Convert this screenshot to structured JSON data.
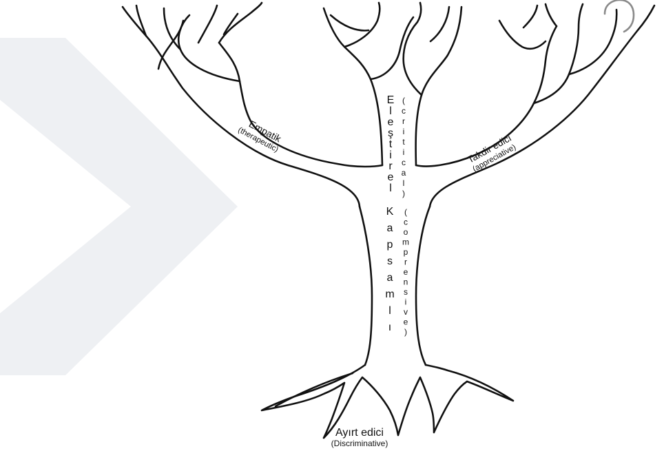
{
  "diagram": {
    "branches": {
      "left": {
        "label": "Empatik",
        "sublabel": "(therapeutic)"
      },
      "right": {
        "label": "Takdir edici",
        "sublabel": "(appreciative)"
      },
      "center": {
        "label": "Eleştirel",
        "sublabel": "(critical)"
      }
    },
    "trunk": {
      "label": "Kapsamlı",
      "sublabel": "(comprensive)"
    },
    "roots": {
      "label": "Ayırt edici",
      "sublabel": "(Discriminative)"
    }
  }
}
